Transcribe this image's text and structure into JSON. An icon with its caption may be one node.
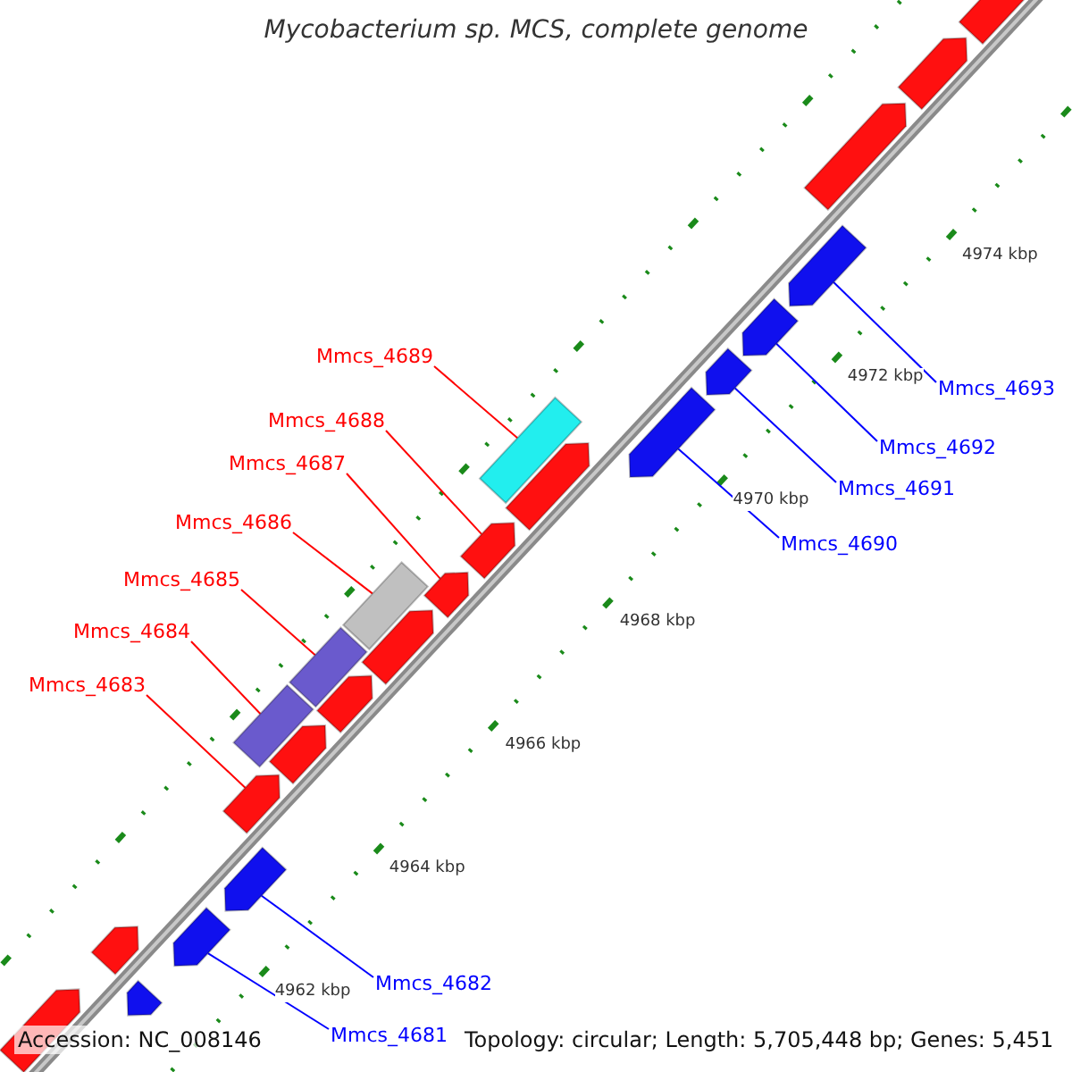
{
  "diagram": {
    "title": "Mycobacterium sp. MCS, complete genome",
    "nodes": [
      {
        "text": [
          "Mmcs_4689"
        ]
      },
      {
        "text": [
          "Mmcs_4693"
        ]
      },
      {
        "text": [
          "Mmcs_4688"
        ]
      },
      {
        "text": [
          "Mmcs_4692"
        ]
      },
      {
        "text": [
          "Mmcs_4687"
        ]
      },
      {
        "text": [
          "Mmcs_4691"
        ]
      },
      {
        "text": [
          "Mmcs_4686"
        ]
      },
      {
        "text": [
          "Mmcs_4690"
        ]
      },
      {
        "text": [
          "Mmcs_4685"
        ]
      },
      {
        "text": [
          "Mmcs_4684"
        ]
      },
      {
        "text": [
          "Mmcs_4683"
        ]
      },
      {
        "text": [
          "Mmcs_4682"
        ]
      },
      {
        "text": [
          "Mmcs_4681"
        ]
      },
      {
        "text": [],
        "shape": "arrow"
      },
      {
        "text": [],
        "shape": "arrow"
      },
      {
        "text": [],
        "shape": "arrow"
      },
      {
        "text": [],
        "shape": "arrow"
      },
      {
        "text": [],
        "shape": "arrow"
      },
      {
        "text": [],
        "shape": "arrow"
      },
      {
        "text": [],
        "shape": "bar"
      },
      {
        "text": [],
        "shape": "arrow"
      },
      {
        "text": [],
        "shape": "bar"
      },
      {
        "text": [],
        "shape": "arrow"
      },
      {
        "text": [],
        "shape": "arrow"
      },
      {
        "text": [],
        "shape": "bar"
      },
      {
        "text": [],
        "shape": "arrow"
      },
      {
        "text": [],
        "shape": "arrow"
      },
      {
        "text": [],
        "shape": "arrow"
      },
      {
        "text": [],
        "shape": "bar"
      },
      {
        "text": [],
        "shape": "arrow"
      },
      {
        "text": [],
        "shape": "arrow"
      },
      {
        "text": [],
        "shape": "arrow"
      },
      {
        "text": [],
        "shape": "arrow"
      },
      {
        "text": [],
        "shape": "arrow"
      },
      {
        "text": [],
        "shape": "arrow"
      },
      {
        "text": [],
        "shape": "arrow"
      }
    ],
    "edges": [
      {
        "from": 0,
        "to": 28,
        "arrow": "none"
      },
      {
        "from": 1,
        "to": 32,
        "arrow": "none",
        "color": "#0000ff"
      },
      {
        "from": 2,
        "to": 26,
        "arrow": "none"
      },
      {
        "from": 3,
        "to": 31,
        "arrow": "none",
        "color": "#0000ff"
      },
      {
        "from": 4,
        "to": 25,
        "arrow": "none"
      },
      {
        "from": 5,
        "to": 30,
        "arrow": "none",
        "color": "#0000ff"
      },
      {
        "from": 6,
        "to": 24,
        "arrow": "none"
      },
      {
        "from": 7,
        "to": 29,
        "arrow": "none",
        "color": "#0000ff"
      },
      {
        "from": 8,
        "to": 21,
        "arrow": "none"
      },
      {
        "from": 9,
        "to": 19,
        "arrow": "none"
      },
      {
        "from": 10,
        "to": 18,
        "arrow": "none"
      },
      {
        "from": 11,
        "to": 17,
        "arrow": "none",
        "color": "#0000ff"
      },
      {
        "from": 12,
        "to": 16,
        "arrow": "none",
        "color": "#0000ff"
      }
    ],
    "labels": [
      "4974 kbp",
      "4972 kbp",
      "4970 kbp",
      "4968 kbp",
      "4966 kbp",
      "4964 kbp",
      "4962 kbp",
      "Accession: NC_008146",
      "Topology: circular; Length: 5,705,448 bp; Genes: 5,451"
    ]
  }
}
